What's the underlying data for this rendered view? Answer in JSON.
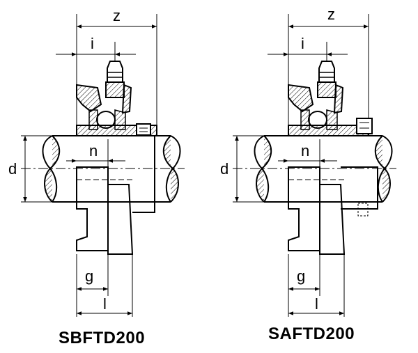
{
  "views": [
    {
      "caption": "SBFTD200",
      "labels": {
        "z": "z",
        "i": "i",
        "n": "n",
        "d": "d",
        "g": "g",
        "l": "l"
      }
    },
    {
      "caption": "SAFTD200",
      "labels": {
        "z": "z",
        "i": "i",
        "n": "n",
        "d": "d",
        "g": "g",
        "l": "l"
      }
    }
  ],
  "colors": {
    "line": "#000000",
    "hatch": "#000000",
    "background": "#ffffff"
  }
}
